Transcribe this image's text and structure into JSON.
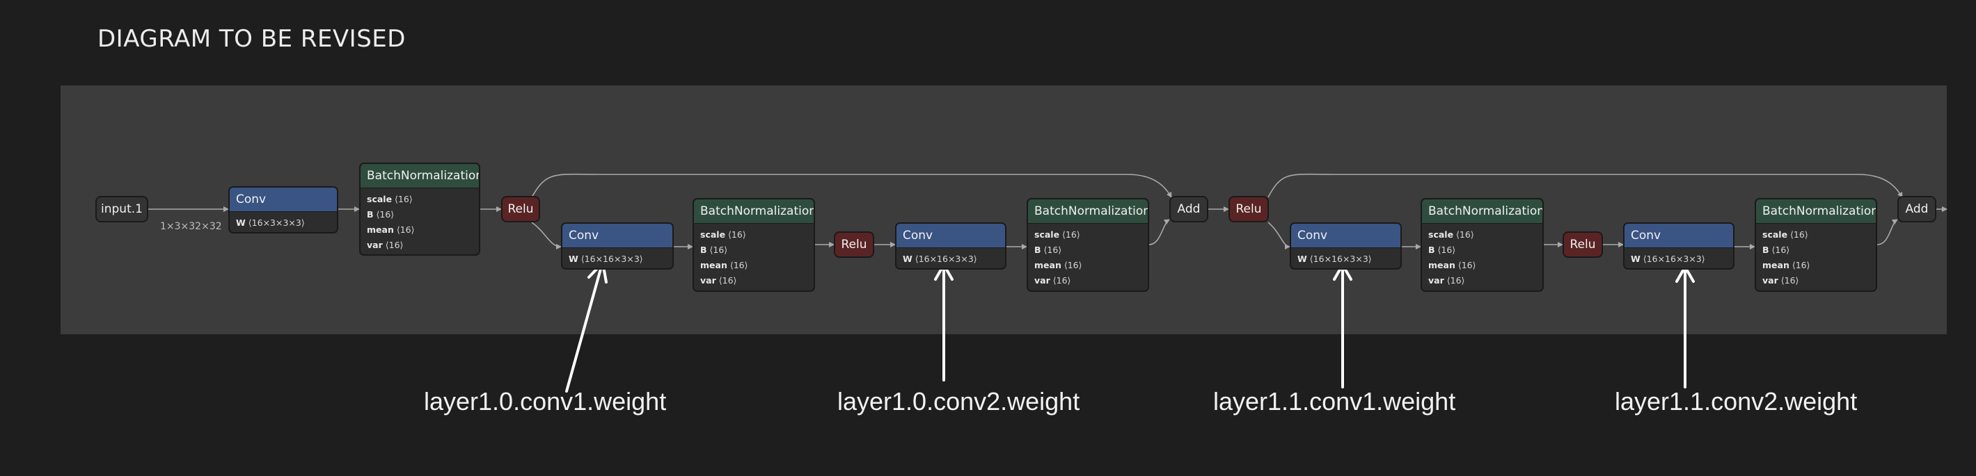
{
  "page_title": "DIAGRAM TO BE REVISED",
  "input": {
    "label": "input.1",
    "shape": "1×3×32×32"
  },
  "conv_stem": {
    "title": "Conv",
    "w_key": "W",
    "w_val": "⟨16×3×3×3⟩"
  },
  "bn_stem": {
    "title": "BatchNormalization",
    "rows": [
      {
        "k": "scale",
        "v": "⟨16⟩"
      },
      {
        "k": "B",
        "v": "⟨16⟩"
      },
      {
        "k": "mean",
        "v": "⟨16⟩"
      },
      {
        "k": "var",
        "v": "⟨16⟩"
      }
    ]
  },
  "relu_label": "Relu",
  "add_label": "Add",
  "blocks": [
    {
      "conv1": {
        "title": "Conv",
        "w_key": "W",
        "w_val": "⟨16×16×3×3⟩"
      },
      "bn1": {
        "title": "BatchNormalization",
        "rows": [
          {
            "k": "scale",
            "v": "⟨16⟩"
          },
          {
            "k": "B",
            "v": "⟨16⟩"
          },
          {
            "k": "mean",
            "v": "⟨16⟩"
          },
          {
            "k": "var",
            "v": "⟨16⟩"
          }
        ]
      },
      "conv2": {
        "title": "Conv",
        "w_key": "W",
        "w_val": "⟨16×16×3×3⟩"
      },
      "bn2": {
        "title": "BatchNormalization",
        "rows": [
          {
            "k": "scale",
            "v": "⟨16⟩"
          },
          {
            "k": "B",
            "v": "⟨16⟩"
          },
          {
            "k": "mean",
            "v": "⟨16⟩"
          },
          {
            "k": "var",
            "v": "⟨16⟩"
          }
        ]
      }
    },
    {
      "conv1": {
        "title": "Conv",
        "w_key": "W",
        "w_val": "⟨16×16×3×3⟩"
      },
      "bn1": {
        "title": "BatchNormalization",
        "rows": [
          {
            "k": "scale",
            "v": "⟨16⟩"
          },
          {
            "k": "B",
            "v": "⟨16⟩"
          },
          {
            "k": "mean",
            "v": "⟨16⟩"
          },
          {
            "k": "var",
            "v": "⟨16⟩"
          }
        ]
      },
      "conv2": {
        "title": "Conv",
        "w_key": "W",
        "w_val": "⟨16×16×3×3⟩"
      },
      "bn2": {
        "title": "BatchNormalization",
        "rows": [
          {
            "k": "scale",
            "v": "⟨16⟩"
          },
          {
            "k": "B",
            "v": "⟨16⟩"
          },
          {
            "k": "mean",
            "v": "⟨16⟩"
          },
          {
            "k": "var",
            "v": "⟨16⟩"
          }
        ]
      }
    }
  ],
  "annotations": [
    "layer1.0.conv1.weight",
    "layer1.0.conv2.weight",
    "layer1.1.conv1.weight",
    "layer1.1.conv2.weight"
  ],
  "colors": {
    "background": "#1e1e1e",
    "panel": "#3c3c3c",
    "conv_header": "#3a5584",
    "bn_header": "#2f4d3e",
    "relu": "#5a2424",
    "edge": "#a9a9a9",
    "annotation_arrow": "#ffffff"
  }
}
